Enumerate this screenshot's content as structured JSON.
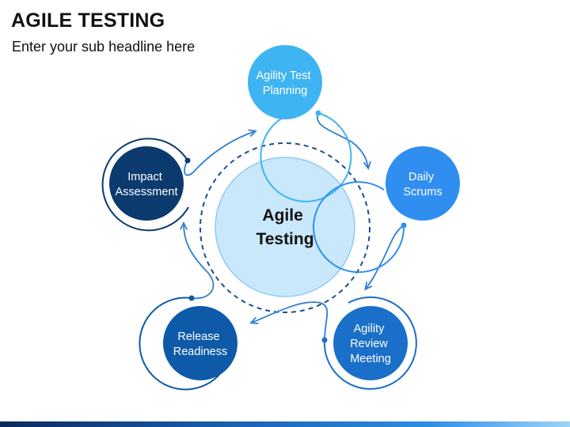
{
  "header": {
    "title": "AGILE TESTING",
    "subtitle": "Enter your sub headline here"
  },
  "center": {
    "lines": [
      "Agile",
      "Testing"
    ],
    "fill": "#c9e8fb",
    "stroke": "#8fcbf2"
  },
  "nodes": [
    {
      "id": "agility-test-planning",
      "lines": [
        "Agility Test",
        "Planning"
      ],
      "fill": "#3fb4f2",
      "ring": "#3fb4f2"
    },
    {
      "id": "daily-scrums",
      "lines": [
        "Daily",
        "Scrums"
      ],
      "fill": "#2f8ef0",
      "ring": "#2f8ef0"
    },
    {
      "id": "agility-review-meeting",
      "lines": [
        "Agility",
        "Review",
        "Meeting"
      ],
      "fill": "#1a6fc8",
      "ring": "#1a6fc8"
    },
    {
      "id": "release-readiness",
      "lines": [
        "Release",
        "Readiness"
      ],
      "fill": "#0e5aa8",
      "ring": "#0e5aa8"
    },
    {
      "id": "impact-assessment",
      "lines": [
        "Impact",
        "Assessment"
      ],
      "fill": "#0c3a6e",
      "ring": "#0c3a6e"
    }
  ],
  "colors": {
    "dashed_ring": "#1a4f8c",
    "connector": "#2f7fd0"
  }
}
